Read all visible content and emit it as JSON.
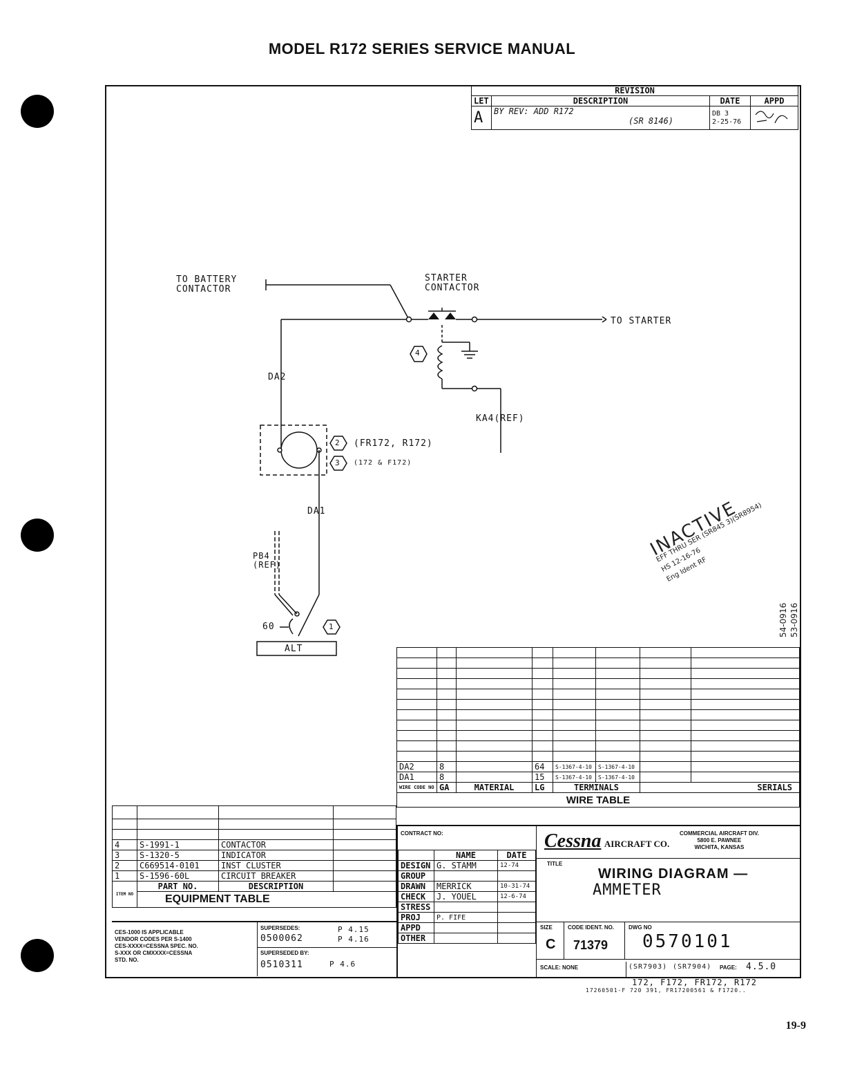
{
  "header": {
    "title": "MODEL R172 SERIES SERVICE MANUAL"
  },
  "revision": {
    "title": "REVISION",
    "col_let": "LET",
    "col_description": "DESCRIPTION",
    "col_date": "DATE",
    "col_appd": "APPD",
    "row_let": "A",
    "row_description": "BY REV: ADD R172",
    "row_sr": "(SR 8146)",
    "row_date_top": "DB 3",
    "row_date": "2-25-76"
  },
  "diagram": {
    "to_battery": [
      "TO BATTERY",
      "CONTACTOR"
    ],
    "starter_contactor": [
      "STARTER",
      "CONTACTOR"
    ],
    "to_starter": "TO STARTER",
    "item4": "4",
    "da2": "DA2",
    "ka4": "KA4(REF)",
    "item2": "2",
    "item2_note": "(FR172, R172)",
    "item3": "3",
    "item3_note": "(172 & F172)",
    "da1": "DA1",
    "pb4": [
      "PB4",
      "(REF)"
    ],
    "sixty": "60",
    "item1": "1",
    "alt": "ALT"
  },
  "inactive_stamp": {
    "title": "INACTIVE",
    "line1": "EFF THRU SER (SR845 3)(SR8954)",
    "line2": "HS 12-16-76",
    "line3": "Eng Ident RF",
    "side": [
      "54-0916",
      "53-0916"
    ]
  },
  "wire_table": {
    "rows": [
      {
        "code": "DA2",
        "ga": "8",
        "material": "",
        "lg": "64",
        "term1": "S-1367-4-10",
        "term2": "S-1367-4-10"
      },
      {
        "code": "DA1",
        "ga": "8",
        "material": "",
        "lg": "15",
        "term1": "S-1367-4-10",
        "term2": "S-1367-4-10"
      }
    ],
    "headers": {
      "code": "WIRE CODE NO",
      "ga": "GA",
      "material": "MATERIAL",
      "lg": "LG",
      "terminals": "TERMINALS",
      "serials": "SERIALS"
    },
    "title": "WIRE TABLE"
  },
  "equipment_table": {
    "rows": [
      {
        "item": "4",
        "part": "S-1991-1",
        "desc": "CONTACTOR"
      },
      {
        "item": "3",
        "part": "S-1320-5",
        "desc": "INDICATOR"
      },
      {
        "item": "2",
        "part": "C669514-0101",
        "desc": "INST CLUSTER"
      },
      {
        "item": "1",
        "part": "S-1596-60L",
        "desc": "CIRCUIT BREAKER"
      }
    ],
    "col_part": "PART NO.",
    "col_desc": "DESCRIPTION",
    "item_no": "ITEM NO",
    "title": "EQUIPMENT TABLE"
  },
  "notes": {
    "ces": [
      "CES-1000 IS APPLICABLE",
      "VENDOR CODES PER S-1400",
      "CES-XXXX=CESSNA SPEC. NO.",
      "S-XXX OR CMXXXX=CESSNA",
      "STD. NO."
    ],
    "supersedes_label": "SUPERSEDES:",
    "supersedes_1": "0500062",
    "supersedes_p1": "P 4.15",
    "supersedes_p2": "P 4.16",
    "superseded_by_label": "SUPERSEDED BY:",
    "superseded_by": "0510311",
    "superseded_by_p": "P 4.6"
  },
  "title_block": {
    "contract": "CONTRACT NO:",
    "col_name": "NAME",
    "col_date": "DATE",
    "rows": [
      {
        "label": "DESIGN",
        "name": "G. STAMM",
        "date": "12-74"
      },
      {
        "label": "GROUP",
        "name": "",
        "date": ""
      },
      {
        "label": "DRAWN",
        "name": "MERRICK",
        "date": "10-31-74"
      },
      {
        "label": "CHECK",
        "name": "J. YOUEL",
        "date": "12-6-74"
      },
      {
        "label": "STRESS",
        "name": "",
        "date": ""
      },
      {
        "label": "PROJ",
        "name": "P. FIFE",
        "date": ""
      },
      {
        "label": "APPD",
        "name": "",
        "date": ""
      },
      {
        "label": "OTHER",
        "name": "",
        "date": ""
      }
    ],
    "cessna": "Cessna",
    "aircraft_co": "AIRCRAFT CO.",
    "division": [
      "COMMERCIAL AIRCRAFT DIV.",
      "5800 E. PAWNEE",
      "WICHITA, KANSAS"
    ],
    "title_label": "TITLE",
    "title_1": "WIRING DIAGRAM —",
    "title_2": "AMMETER",
    "size_label": "SIZE",
    "size": "C",
    "code_ident_label": "CODE IDENT. NO.",
    "code_ident": "71379",
    "dwg_no_label": "DWG NO",
    "dwg_no": "0570101",
    "scale": "SCALE: NONE",
    "sr1": "(SR7903)",
    "sr2": "(SR7904)",
    "page_label": "PAGE:",
    "page": "4.5.0"
  },
  "footer": {
    "models": "172, F172, FR172, R172",
    "models_sub": "17260501-F 720 391, FR17200561 & F1720..",
    "page_number": "19-9"
  }
}
